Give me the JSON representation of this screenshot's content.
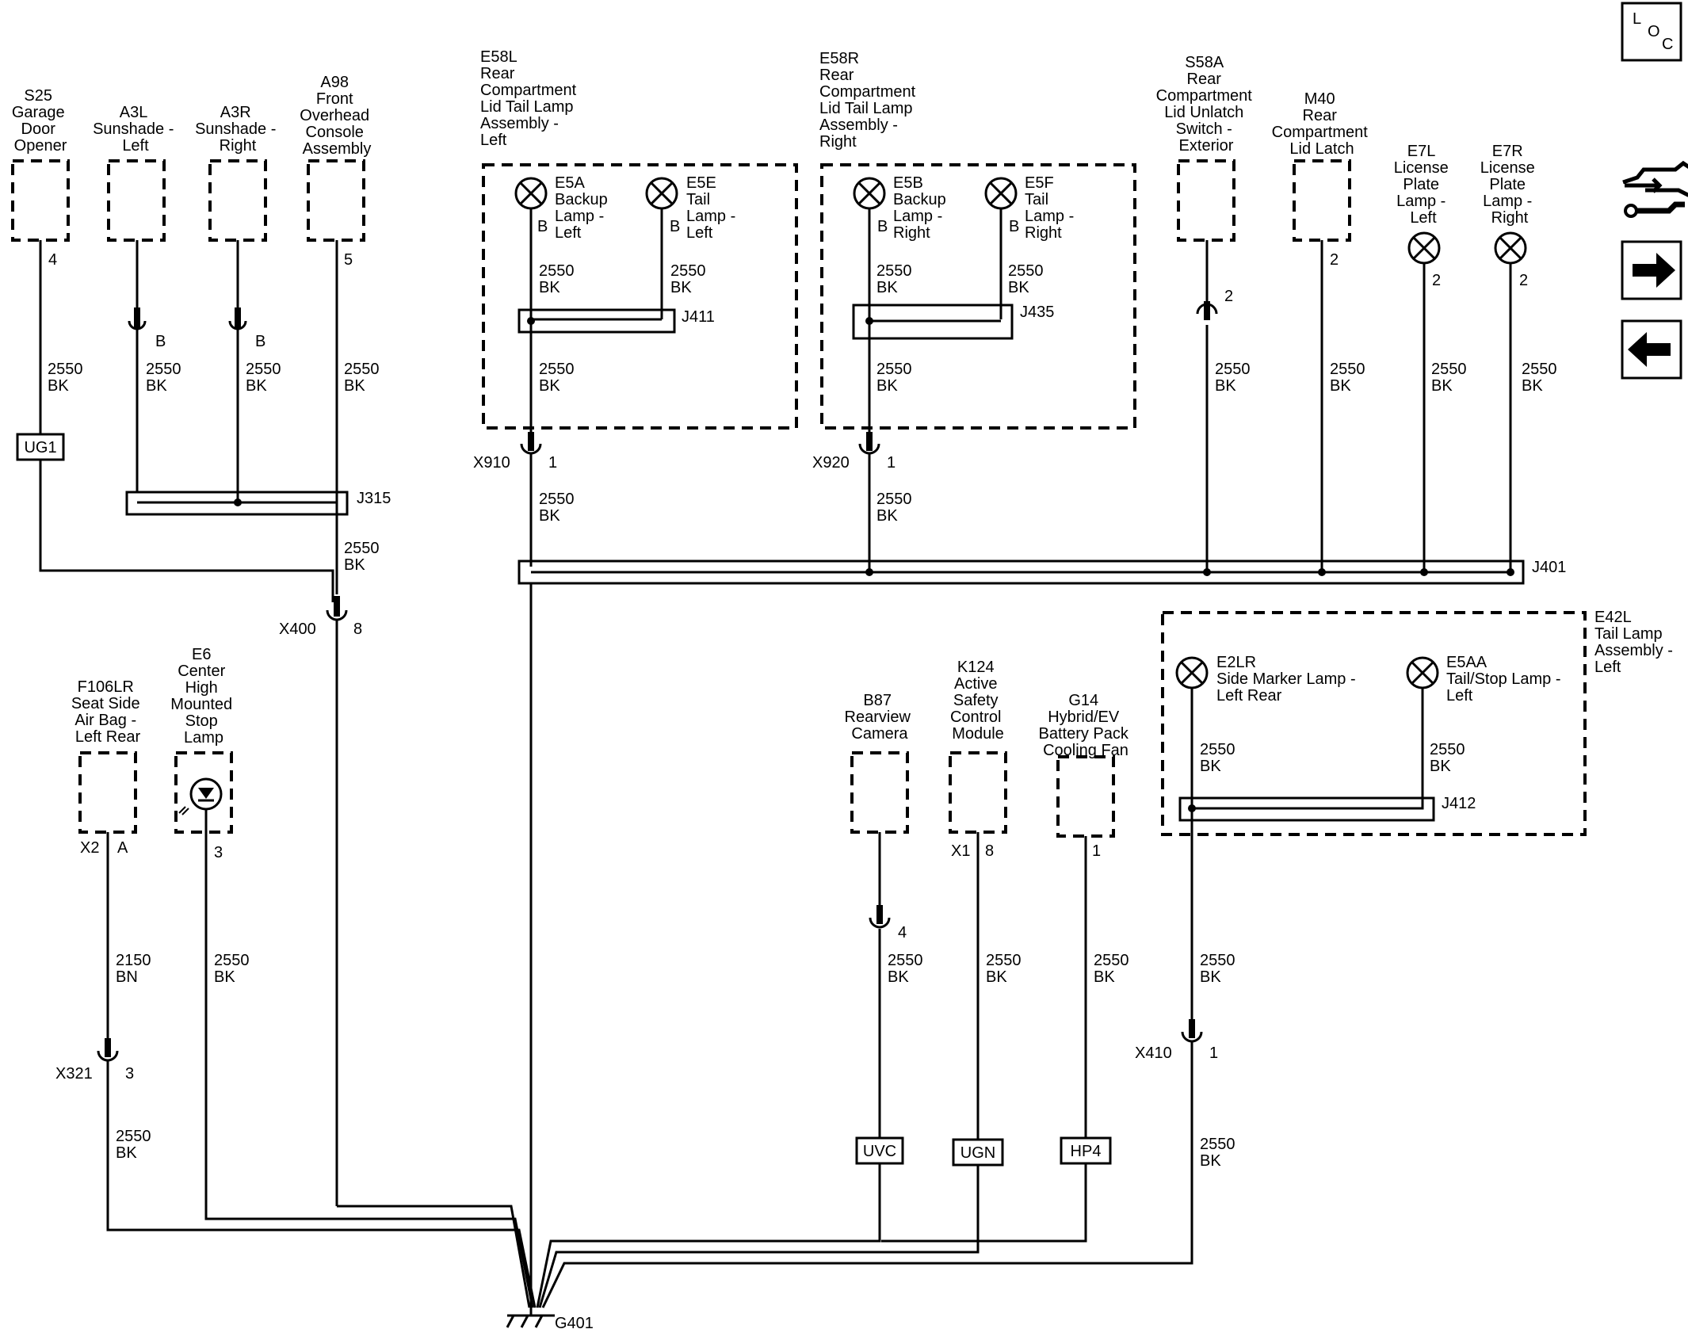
{
  "loc_label": [
    "L",
    "O",
    "C"
  ],
  "nav_icons": [
    "repair-tools-icon",
    "next-arrow-icon",
    "previous-arrow-icon"
  ],
  "components": {
    "s25": [
      "S25",
      "Garage",
      "Door",
      "Opener"
    ],
    "a3l": [
      "A3L",
      "Sunshade -",
      "Left"
    ],
    "a3r": [
      "A3R",
      "Sunshade -",
      "Right"
    ],
    "a98": [
      "A98",
      "Front",
      "Overhead",
      "Console",
      "Assembly"
    ],
    "e58l": [
      "E58L",
      "Rear",
      "Compartment",
      "Lid Tail Lamp",
      "Assembly -",
      "Left"
    ],
    "e58r": [
      "E58R",
      "Rear",
      "Compartment",
      "Lid Tail Lamp",
      "Assembly -",
      "Right"
    ],
    "s58a": [
      "S58A",
      "Rear",
      "Compartment",
      "Lid Unlatch",
      "Switch -",
      "Exterior"
    ],
    "m40": [
      "M40",
      "Rear",
      "Compartment",
      "Lid Latch"
    ],
    "e7l": [
      "E7L",
      "License",
      "Plate",
      "Lamp -",
      "Left"
    ],
    "e7r": [
      "E7R",
      "License",
      "Plate",
      "Lamp -",
      "Right"
    ],
    "e5a": [
      "E5A",
      "Backup",
      "Lamp -",
      "Left"
    ],
    "e5e": [
      "E5E",
      "Tail",
      "Lamp -",
      "Left"
    ],
    "e5b": [
      "E5B",
      "Backup",
      "Lamp -",
      "Right"
    ],
    "e5f": [
      "E5F",
      "Tail",
      "Lamp -",
      "Right"
    ],
    "f106lr": [
      "F106LR",
      "Seat Side",
      "Air Bag -",
      "Left Rear"
    ],
    "e6": [
      "E6",
      "Center",
      "High",
      "Mounted",
      "Stop",
      "Lamp"
    ],
    "b87": [
      "B87",
      "Rearview",
      "Camera"
    ],
    "k124": [
      "K124",
      "Active",
      "Safety",
      "Control",
      "Module"
    ],
    "g14": [
      "G14",
      "Hybrid/EV",
      "Battery Pack",
      "Cooling Fan"
    ],
    "e42l": [
      "E42L",
      "Tail Lamp",
      "Assembly -",
      "Left"
    ],
    "e2lr": [
      "E2LR",
      "Side Marker Lamp -",
      "Left Rear"
    ],
    "e5aa": [
      "E5AA",
      "Tail/Stop Lamp -",
      "Left"
    ]
  },
  "pins": {
    "s25": "4",
    "a3l": "B",
    "a3r": "B",
    "a98": "5",
    "e5a": "B",
    "e5e": "B",
    "e5b": "B",
    "e5f": "B",
    "s58a": "2",
    "m40": "2",
    "e7l": "2",
    "e7r": "2",
    "f106lr_conn": "X2",
    "f106lr_pin": "A",
    "e6": "3",
    "b87": "4",
    "k124_conn": "X1",
    "k124_pin": "8",
    "g14": "1"
  },
  "connectors": {
    "x910": "X910",
    "x910_pin": "1",
    "x920": "X920",
    "x920_pin": "1",
    "x400": "X400",
    "x400_pin": "8",
    "x321": "X321",
    "x321_pin": "3",
    "x410": "X410",
    "x410_pin": "1"
  },
  "splices": {
    "j315": "J315",
    "j411": "J411",
    "j435": "J435",
    "j401": "J401",
    "j412": "J412"
  },
  "inline_boxes": {
    "ug1": "UG1",
    "uvc": "UVC",
    "ugn": "UGN",
    "hp4": "HP4"
  },
  "ground": "G401",
  "wire": {
    "gauge": "2550",
    "color": "BK",
    "gauge_alt": "2150",
    "color_alt": "BN"
  }
}
